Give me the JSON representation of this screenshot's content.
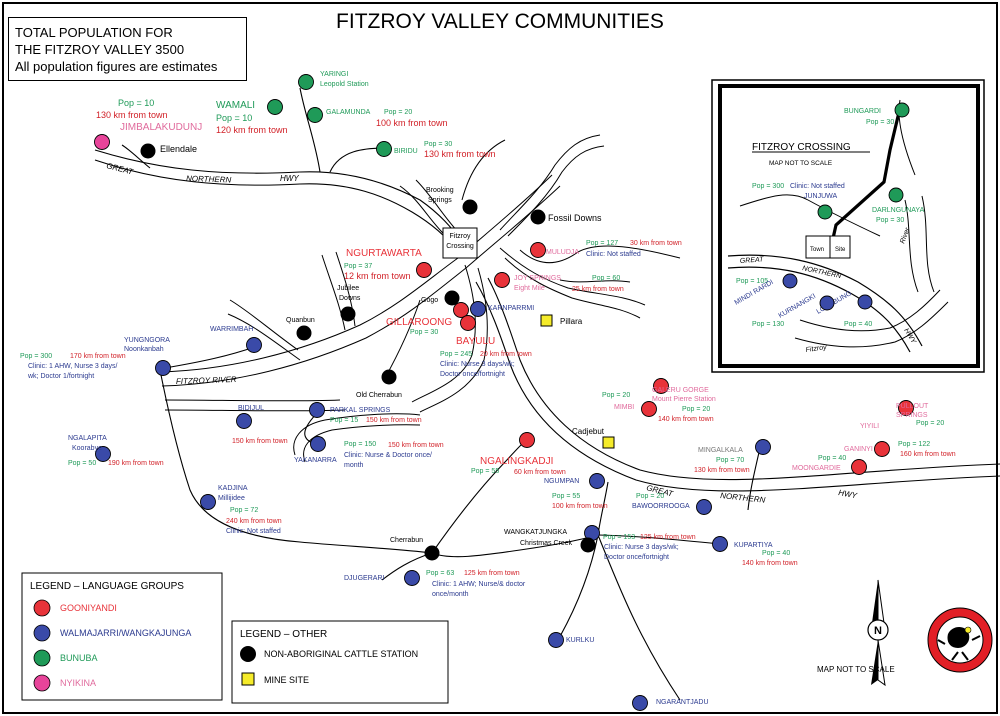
{
  "title": "FITZROY VALLEY COMMUNITIES",
  "population_box": {
    "line1": "TOTAL POPULATION FOR",
    "line2": "THE FITZROY VALLEY 3500",
    "line3": "All population figures are estimates"
  },
  "colors": {
    "gooniyandi": "#e8333a",
    "walmajarri": "#3a4aa8",
    "bunuba": "#1f9a58",
    "nyikina": "#e8449a",
    "station": "#000000",
    "mine": "#f5eb2a",
    "pop_text": "#1f9a58",
    "dist_text": "#d11f26",
    "clinic_text": "#2b3a8f",
    "gooniyandi_label": "#e8333a",
    "pink_label": "#e06a9c",
    "blue_label": "#2b3a8f",
    "green_label": "#1f9a58"
  },
  "roads": {
    "highway_upper": [
      "GREAT",
      "NORTHERN",
      "HWY"
    ],
    "highway_lower": [
      "GREAT",
      "NORTHERN",
      "HWY"
    ],
    "river": "FITZROY RIVER"
  },
  "towns": {
    "fitzroy_crossing": [
      "Fitzroy",
      "Crossing"
    ],
    "pillara": "Pillara",
    "cadjebut": "Cadjebut"
  },
  "communities": {
    "jimbalakudunj": {
      "name": "JIMBALAKUDUNJ",
      "pop": "Pop = 10",
      "dist": "130 km from town"
    },
    "ellendale": {
      "name": "Ellendale"
    },
    "yaringi": {
      "name": "YARINGI",
      "sub": "Leopold Station"
    },
    "wamali": {
      "name": "WAMALI",
      "pop": "Pop = 10",
      "dist": "120 km from town"
    },
    "galamunda": {
      "name": "GALAMUNDA",
      "pop": "Pop = 20",
      "dist": "100 km from town"
    },
    "biridu": {
      "name": "BIRIDU",
      "pop": "Pop = 30",
      "dist": "130 km from town"
    },
    "brooking": {
      "name1": "Brooking",
      "name2": "Springs"
    },
    "fossil_downs": {
      "name": "Fossil Downs"
    },
    "muludja": {
      "name": "MULUDJA",
      "pop": "Pop = 127",
      "dist": "30 km from town",
      "clinic": "Clinic: Not staffed"
    },
    "ngurtawarta": {
      "name": "NGURTAWARTA",
      "pop": "Pop = 37",
      "dist": "12 km from town"
    },
    "joy_springs": {
      "name1": "JOY SPRINGS",
      "name2": "Eight Mile",
      "pop": "Pop = 60",
      "dist": "25 km from town"
    },
    "jubilee": {
      "name1": "Jubilee",
      "name2": "Downs"
    },
    "gogo": {
      "name": "Gogo"
    },
    "karnparrmi": {
      "name": "KARNPARRMI"
    },
    "quanbun": {
      "name": "Quanbun"
    },
    "gillaroong": {
      "name": "GILLAROONG",
      "pop": "Pop = 30"
    },
    "bayulu": {
      "name": "BAYULU",
      "pop": "Pop = 245",
      "dist": "20 km from town",
      "clinic1": "Clinic: Nurse 3 days/wk;",
      "clinic2": "Doctor once/fortnight"
    },
    "warrimbah": {
      "name": "WARRIMBAH"
    },
    "yungngora": {
      "name1": "YUNGNGORA",
      "name2": "Noonkanbah",
      "pop": "Pop = 300",
      "dist": "170 km from town",
      "clinic1": "Clinic: 1 AHW, Nurse 3 days/",
      "clinic2": "wk; Doctor 1/fortnight"
    },
    "old_cherrabun": {
      "name": "Old Cherrabun"
    },
    "parkal": {
      "name": "PARKAL SPRINGS",
      "pop": "Pop = 15",
      "dist": "150 km from town"
    },
    "bidijul": {
      "name": "BIDIJUL",
      "dist": "150 km from town"
    },
    "yakanarra": {
      "name": "YAKANARRA",
      "pop": "Pop = 150",
      "dist": "150 km from town",
      "clinic1": "Clinic: Nurse & Doctor once/",
      "clinic2": "month"
    },
    "ngalapita": {
      "name1": "NGALAPITA",
      "name2": "Koorabye",
      "pop": "Pop = 50",
      "dist": "190 km from town"
    },
    "kadjina": {
      "name1": "KADJINA",
      "name2": "Millijidee",
      "pop": "Pop = 72",
      "dist": "240 km from town",
      "clinic": "Clinic: Not staffed"
    },
    "cherrabun": {
      "name": "Cherrabun"
    },
    "djugerari": {
      "name": "DJUGERARI",
      "pop": "Pop = 63",
      "dist": "125 km from town",
      "clinic1": "Clinic: 1 AHW; Nurse/& doctor",
      "clinic2": "once/month"
    },
    "ngalingkadji": {
      "name": "NGALINGKADJI",
      "pop": "Pop = 55",
      "dist": "60 km from town"
    },
    "ngumpan": {
      "name": "NGUMPAN",
      "pop": "Pop = 55",
      "dist": "100 km from town"
    },
    "bawoorrooga": {
      "name": "BAWOORROOGA",
      "pop": "Pop = 20"
    },
    "wangkatjungka": {
      "name": "WANGKATJUNGKA",
      "pop": "Pop = 153",
      "dist": "125 km from town",
      "clinic1": "Clinic: Nurse 3 days/wk;",
      "clinic2": "Doctor once/fortnight"
    },
    "christmas_creek": {
      "name": "Christmas Creek"
    },
    "mimbi": {
      "name": "MIMBI",
      "pop": "Pop = 20"
    },
    "galeru": {
      "name1": "GALERU GORGE",
      "name2": "Mount Pierre Station",
      "pop": "Pop = 20",
      "dist": "140 km from town"
    },
    "mingalkala": {
      "name": "MINGALKALA",
      "pop": "Pop = 70",
      "dist": "130 km from town"
    },
    "kupartiya": {
      "name": "KUPARTIYA",
      "pop": "Pop = 40",
      "dist": "140 km from town"
    },
    "yiyili": {
      "name": "YIYILI"
    },
    "pullout": {
      "name1": "PULLOUT",
      "name2": "SPRINGS",
      "pop": "Pop = 20"
    },
    "ganinyi": {
      "name": "GANINYI",
      "pop": "Pop = 122",
      "dist": "160 km from town"
    },
    "moongardie": {
      "name": "MOONGARDIE",
      "pop": "Pop = 40"
    },
    "kurlku": {
      "name": "KURLKU"
    },
    "ngarantjadu": {
      "name": "NGARANTJADU"
    }
  },
  "inset": {
    "title": "FITZROY CROSSING",
    "subtitle": "MAP NOT TO SCALE",
    "town": [
      "Town",
      "Site"
    ],
    "road": [
      "GREAT",
      "NORTHERN",
      "HWY"
    ],
    "river1": "River",
    "river2": "Fitzroy",
    "bungardi": {
      "name": "BUNGARDI",
      "pop": "Pop = 30"
    },
    "junjuwa": {
      "name": "JUNJUWA",
      "pop": "Pop = 300",
      "clinic": "Clinic: Not staffed"
    },
    "darlngunaya": {
      "name": "DARLNGUNAYA",
      "pop": "Pop = 30"
    },
    "mindi_rardi": {
      "name": "MINDI RARDI",
      "pop": "Pop = 105"
    },
    "kurnangki": {
      "name": "KURNANGKI",
      "pop": "Pop = 130"
    },
    "loanbung": {
      "name": "LOANBUNG",
      "pop": "Pop = 40"
    }
  },
  "legend_language": {
    "title": "LEGEND – LANGUAGE GROUPS",
    "items": [
      "GOONIYANDI",
      "WALMAJARRI/WANGKAJUNGA",
      "BUNUBA",
      "NYIKINA"
    ]
  },
  "legend_other": {
    "title": "LEGEND – OTHER",
    "items": [
      "NON-ABORIGINAL CATTLE STATION",
      "MINE SITE"
    ]
  },
  "compass": "N",
  "map_note": "MAP NOT TO SCALE"
}
